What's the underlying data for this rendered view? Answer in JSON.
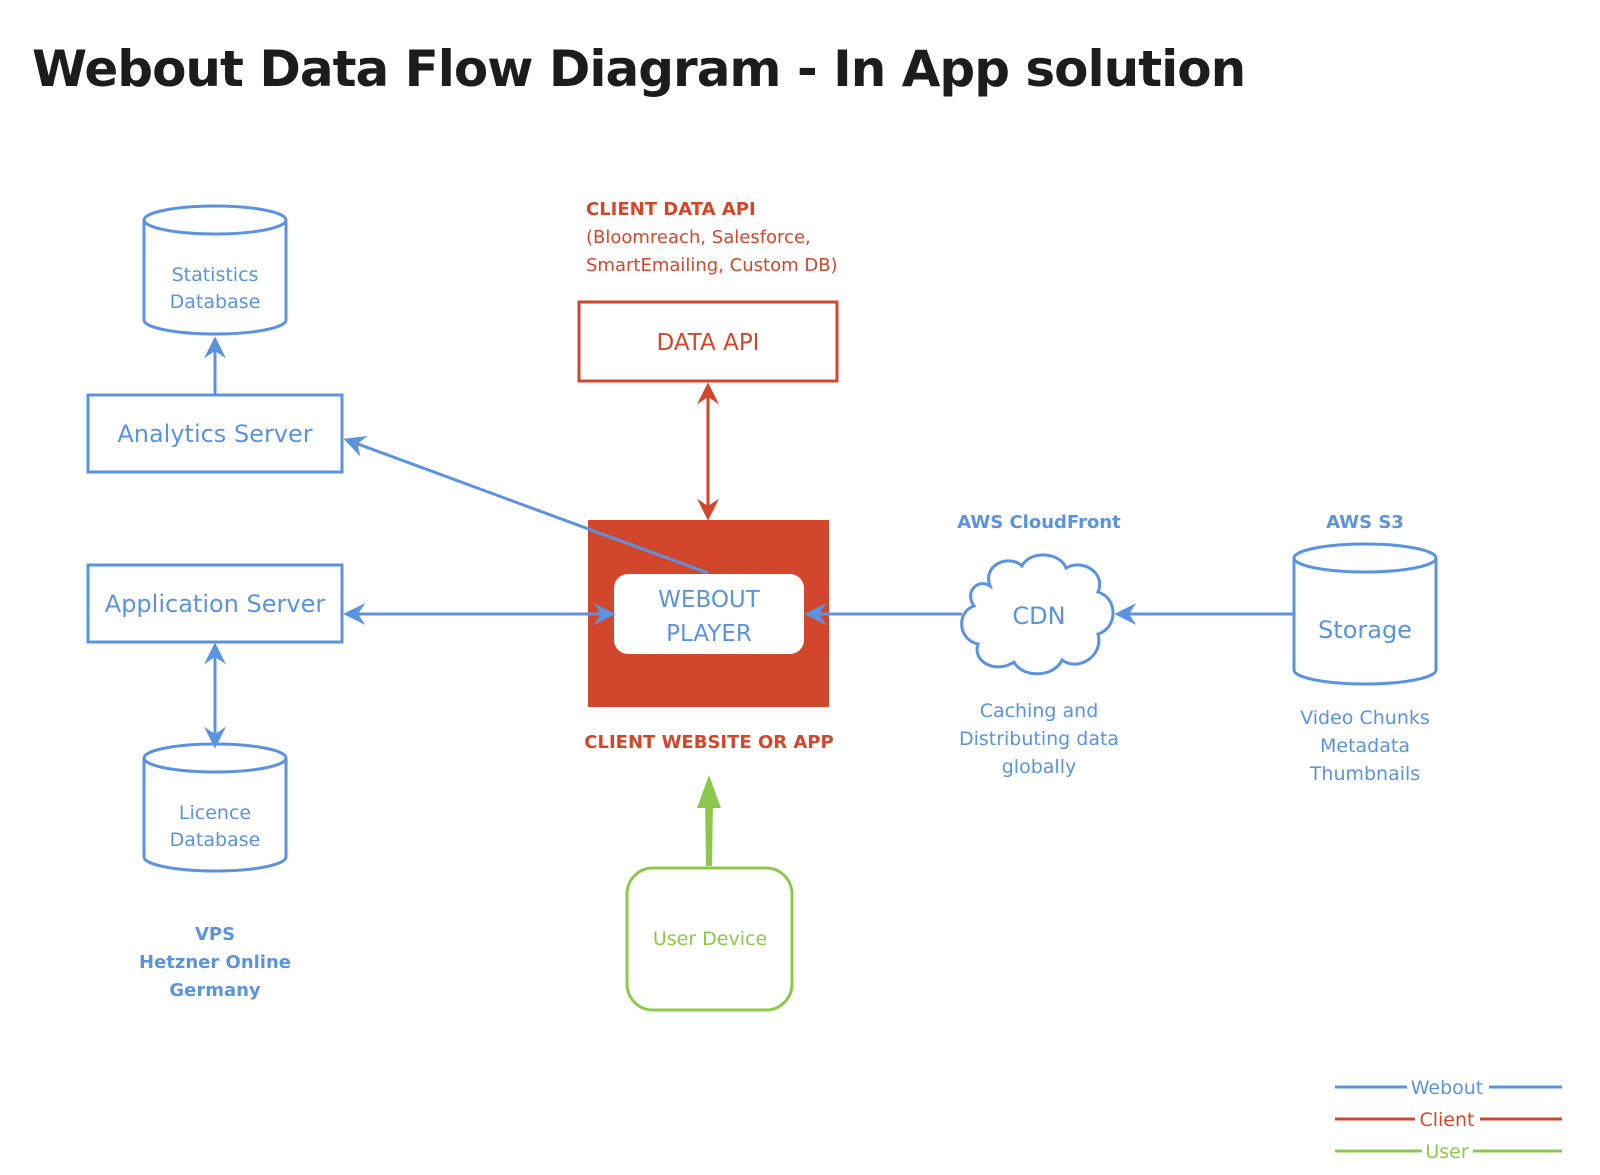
{
  "title": "Webout Data Flow Diagram - In App solution",
  "colors": {
    "webout": "#5b93df",
    "client": "#d2472b",
    "user": "#8cc84b",
    "title": "#1c1c1c"
  },
  "nodes": {
    "statistics_db": {
      "lines": [
        "Statistics",
        "Database"
      ]
    },
    "analytics_server": {
      "label": "Analytics Server"
    },
    "application_server": {
      "label": "Application Server"
    },
    "licence_db": {
      "lines": [
        "Licence",
        "Database"
      ]
    },
    "vps_note": {
      "lines": [
        "VPS",
        "Hetzner Online",
        "Germany"
      ]
    },
    "client_data_api_heading": "CLIENT DATA API",
    "client_data_api_desc": [
      "(Bloomreach, Salesforce,",
      "SmartEmailing, Custom DB)"
    ],
    "data_api": {
      "label": "DATA API"
    },
    "webout_player": {
      "lines": [
        "WEBOUT",
        "PLAYER"
      ]
    },
    "client_website_label": "CLIENT WEBSITE OR APP",
    "user_device": {
      "label": "User Device"
    },
    "cloudfront_heading": "AWS CloudFront",
    "cdn": {
      "label": "CDN"
    },
    "cdn_desc": [
      "Caching and",
      "Distributing data",
      "globally"
    ],
    "s3_heading": "AWS S3",
    "storage": {
      "label": "Storage"
    },
    "storage_desc": [
      "Video Chunks",
      "Metadata",
      "Thumbnails"
    ]
  },
  "legend": [
    {
      "label": "Webout",
      "color": "#5b93df"
    },
    {
      "label": "Client",
      "color": "#d2472b"
    },
    {
      "label": "User",
      "color": "#8cc84b"
    }
  ]
}
